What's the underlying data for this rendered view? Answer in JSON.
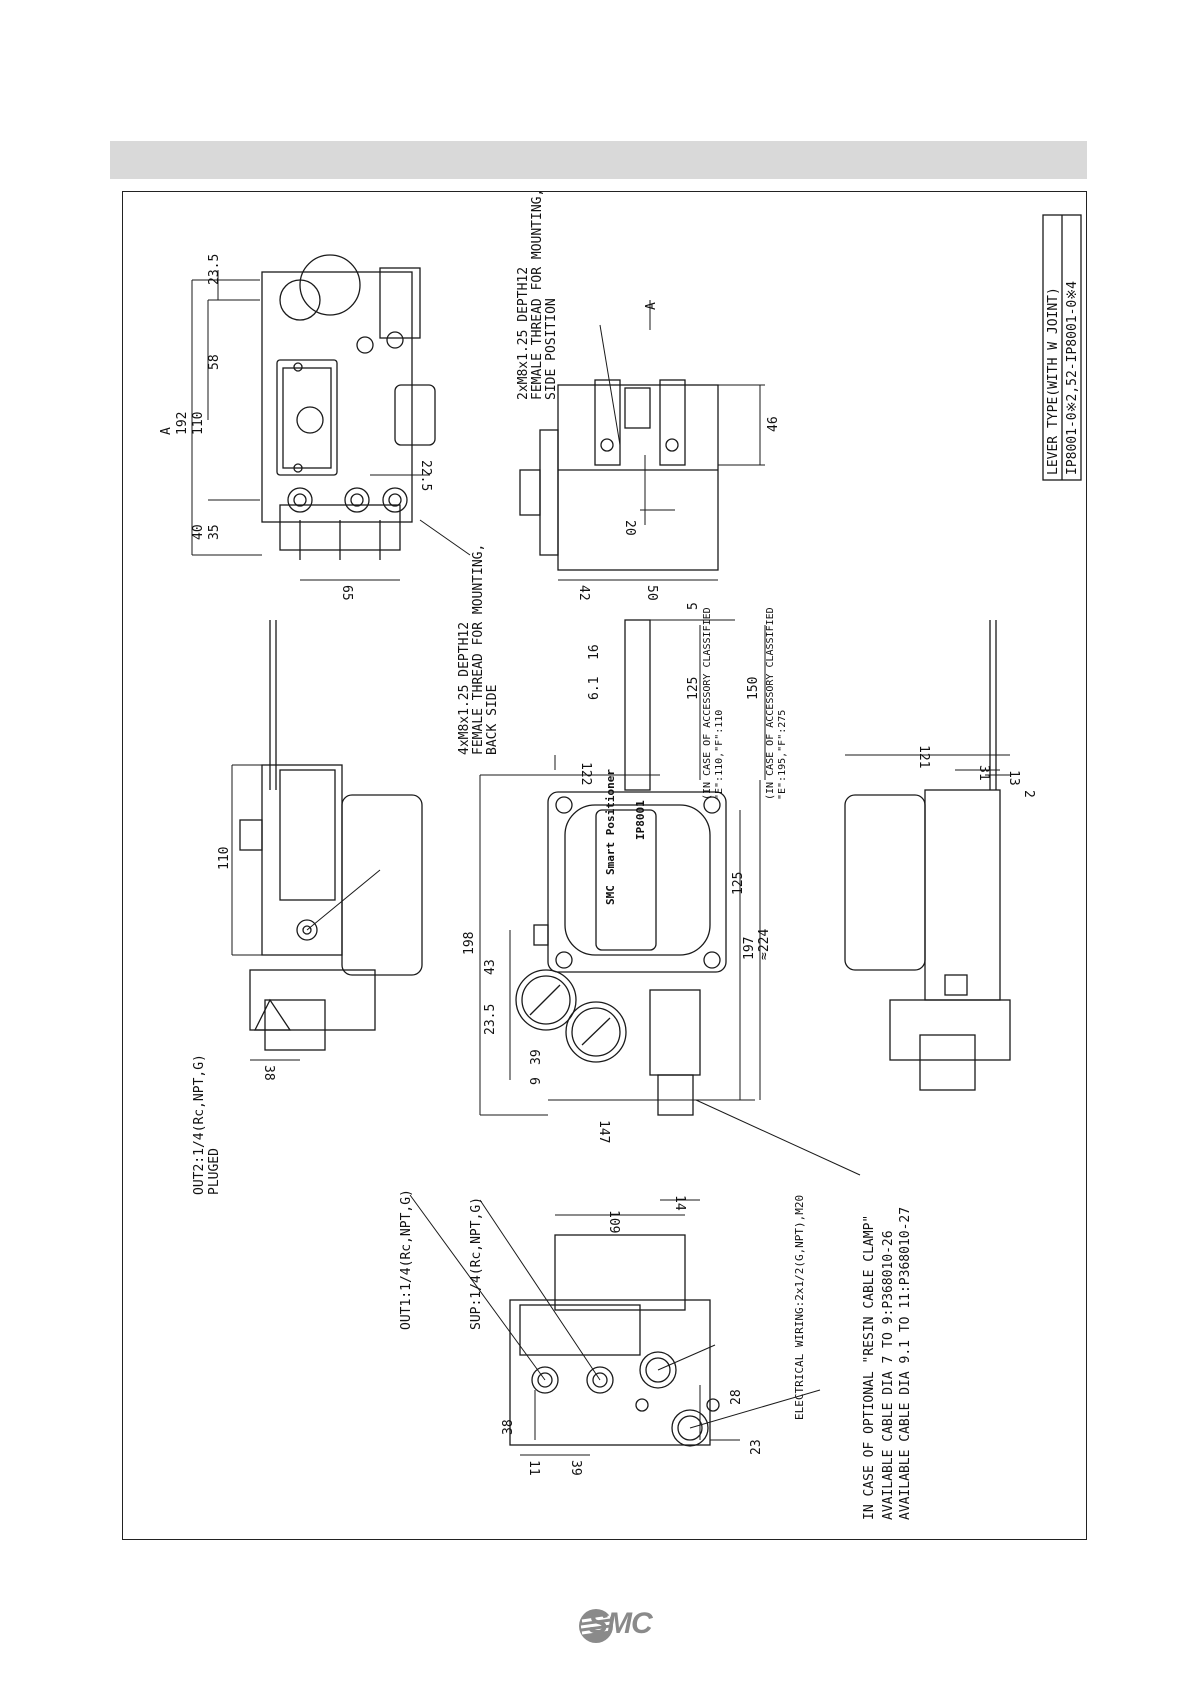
{
  "title_block": {
    "title": "LEVER TYPE(WITH W JOINT)",
    "model": "IP8001-0※2,52-IP8001-0※4"
  },
  "notes": {
    "clamp_title": "IN CASE OF OPTIONAL \"RESIN CABLE CLAMP\"",
    "clamp_line1": "AVAILABLE CABLE DIA  7 TO  9:P368010-26",
    "clamp_line2": "AVAILABLE CABLE DIA 9.1 TO 11:P368010-27",
    "side_thread": [
      "2xM8x1.25 DEPTH12",
      "FEMALE THREAD FOR MOUNTING,",
      "SIDE POSITION"
    ],
    "back_thread": [
      "4xM8x1.25 DEPTH12",
      "FEMALE THREAD FOR MOUNTING,",
      "BACK SIDE"
    ],
    "out2": [
      "OUT2:1/4(Rc,NPT,G)",
      "PLUGED"
    ],
    "out1": "OUT1:1/4(Rc,NPT,G)",
    "sup": "SUP:1/4(Rc,NPT,G)",
    "wiring": "ELECTRICAL WIRING:2x1/2(G,NPT),M20",
    "accessory_e": [
      "(IN CASE OF ACCESSORY CLASSIFIED",
      "\"E\":110,\"F\":110"
    ],
    "accessory_f": [
      "(IN CASE OF ACCESSORY CLASSIFIED",
      "\"E\":195,\"F\":275"
    ],
    "arrow_a": "A"
  },
  "dims": {
    "top_view": {
      "a": "A",
      "d192": "192",
      "d110": "110",
      "d58": "58",
      "d23_5": "23.5",
      "d40": "40",
      "d35": "35",
      "d22_5": "22.5",
      "d65": "65"
    },
    "side_view": {
      "d46": "46",
      "d20": "20",
      "d42": "42",
      "d50": "50"
    },
    "front_view": {
      "d198": "198",
      "d43": "43",
      "d23_5": "23.5",
      "d9": "9",
      "d39": "39",
      "d147": "147",
      "d125": "125",
      "d197": "197",
      "d224": "≈224",
      "d122": "122",
      "d16": "16",
      "d6_1": "6.1",
      "d125b": "125",
      "d150": "150",
      "d5": "5",
      "d110": "110",
      "d38": "38"
    },
    "bottom_view": {
      "d109": "109",
      "d14": "14",
      "d38": "38",
      "d39": "39",
      "d11": "11",
      "d28": "28",
      "d23": "23"
    },
    "right_view": {
      "d121": "121",
      "d31": "31",
      "d13": "13",
      "d2": "2"
    }
  },
  "label_plate": {
    "brand": "SMC",
    "product": "Smart Positioner",
    "model": "IP8001"
  },
  "footer": {
    "logo_text": "SMC"
  }
}
